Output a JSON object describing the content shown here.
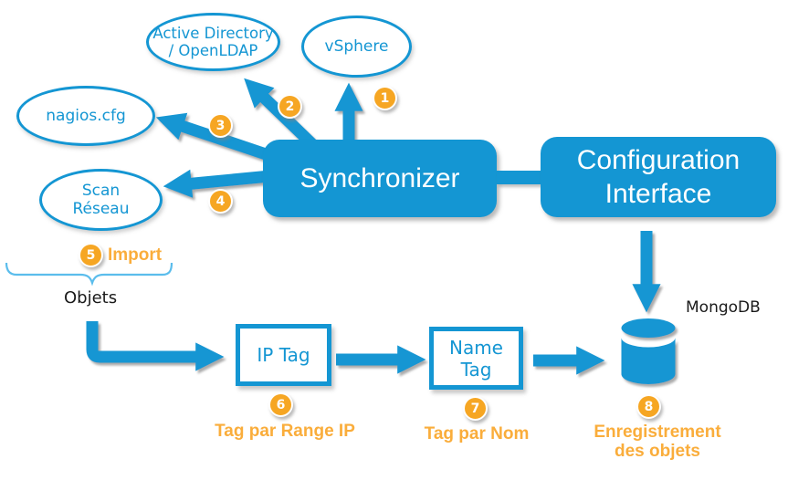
{
  "colors": {
    "blue": "#1496D3",
    "blue_light": "#5BBDEC",
    "badge_orange": "#F6A623",
    "label_orange": "#FAAD3B",
    "text_dark": "#1A1A1A"
  },
  "nodes": {
    "active_directory": "Active Directory\n/ OpenLDAP",
    "vsphere": "vSphere",
    "nagios_cfg": "nagios.cfg",
    "scan_reseau": "Scan\nRéseau",
    "synchronizer": "Synchronizer",
    "configuration_interface": "Configuration\nInterface",
    "ip_tag": "IP Tag",
    "name_tag": "Name\nTag",
    "mongodb": "MongoDB"
  },
  "steps": [
    "1",
    "2",
    "3",
    "4",
    "5",
    "6",
    "7",
    "8"
  ],
  "captions": {
    "import": "Import",
    "objets": "Objets",
    "tag_par_range_ip": "Tag par Range IP",
    "tag_par_nom": "Tag par Nom",
    "enregistrement_des_objets": "Enregistrement\ndes objets"
  }
}
